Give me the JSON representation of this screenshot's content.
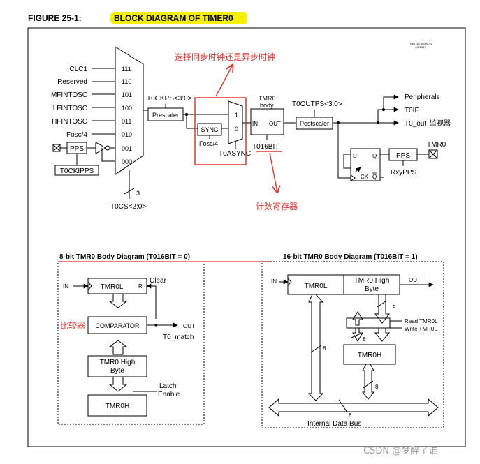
{
  "figure": {
    "number": "FIGURE 25-1:",
    "title": "BLOCK DIAGRAM OF TIMER0",
    "title_highlight": "#f5f000",
    "rev": "Rev. 10-000017G",
    "rev_date": "4/6/2017"
  },
  "mux": {
    "inputs": [
      {
        "label": "CLC1",
        "code": "111"
      },
      {
        "label": "Reserved",
        "code": "110"
      },
      {
        "label": "MFINTOSC",
        "code": "101"
      },
      {
        "label": "LFINTOSC",
        "code": "100"
      },
      {
        "label": "HFINTOSC",
        "code": "011"
      },
      {
        "label": "Fosc/4",
        "code": "010"
      },
      {
        "label": "",
        "code": "001"
      },
      {
        "label": "",
        "code": "000"
      }
    ],
    "select_bits": "3",
    "select_label": "T0CS<2:0>"
  },
  "pin_block": {
    "pps": "PPS",
    "t0ckipps": "T0CKIPPS"
  },
  "prescaler": {
    "bus_label": "T0CKPS<3:0>",
    "label": "Prescaler"
  },
  "sync": {
    "label": "SYNC",
    "fosc4": "Fosc/4",
    "mux1": "1",
    "mux0": "0",
    "t0async": "T0ASYNC",
    "annotation_cn": "选择同步时钟还是异步时钟"
  },
  "tmr0": {
    "title": "TMR0",
    "subtitle": "body",
    "in": "IN",
    "out": "OUT",
    "bit_label": "T016BIT",
    "annotation_cn": "计数寄存器"
  },
  "postscaler": {
    "bus_label": "T0OUTPS<3:0>",
    "label": "Postscaler"
  },
  "outputs": {
    "peripherals": "Peripherals",
    "t0if": "T0IF",
    "t0out": "T0_out",
    "t0out_cn": "监视器"
  },
  "flipflop": {
    "d": "D",
    "q": "Q",
    "ck": "CK",
    "qbar": "Q",
    "pps": "PPS",
    "rxypps": "RxyPPS",
    "tmr0": "TMR0"
  },
  "body8": {
    "title": "8-bit TMR0 Body Diagram (T016BIT = 0)",
    "in": "IN",
    "tmr0l": "TMR0L",
    "r": "R",
    "clear": "Clear",
    "comparator": "COMPARATOR",
    "out": "OUT",
    "t0match": "T0_match",
    "high_byte_line1": "TMR0 High",
    "high_byte_line2": "Byte",
    "latch_line1": "Latch",
    "latch_line2": "Enable",
    "tmr0h": "TMR0H",
    "comparator_cn": "比较器"
  },
  "body16": {
    "title": "16-bit TMR0 Body Diagram (T016BIT = 1)",
    "in": "IN",
    "tmr0l": "TMR0L",
    "high_byte_line1": "TMR0 High",
    "high_byte_line2": "Byte",
    "out": "OUT",
    "read": "Read TMR0L",
    "write": "Write TMR0L",
    "tmr0h": "TMR0H",
    "bus8": "8",
    "data_bus": "Internal Data Bus"
  },
  "watermark": "CSDN @梦醉了谁"
}
